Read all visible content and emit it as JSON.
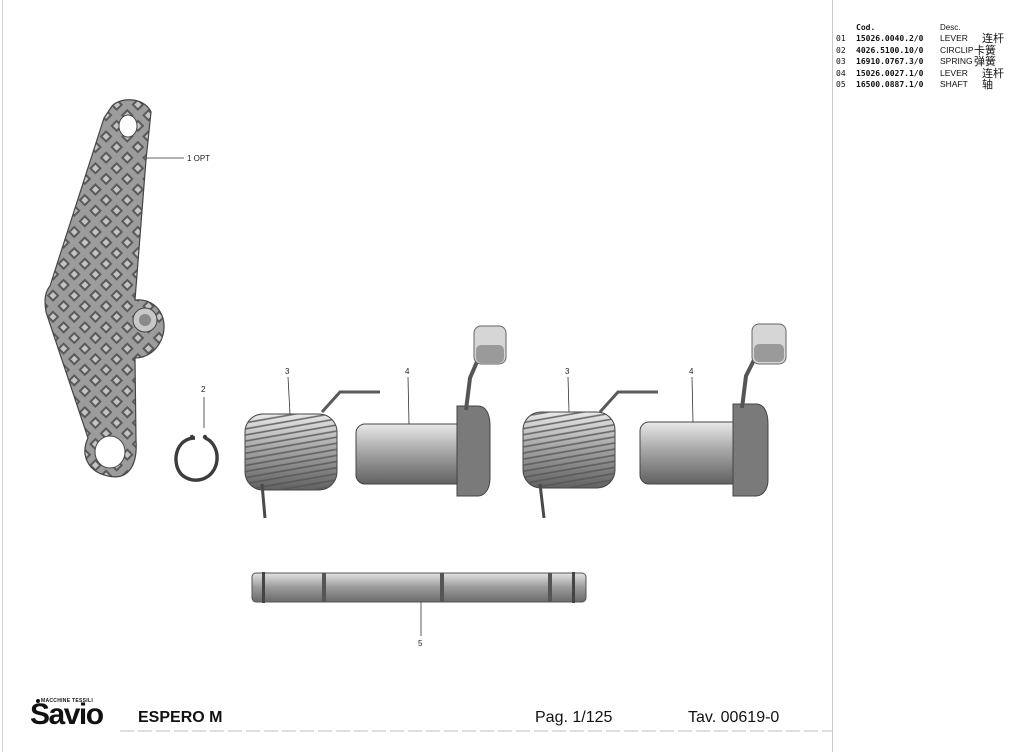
{
  "parts_table": {
    "header": {
      "code": "Cod.",
      "desc": "Desc."
    },
    "rows": [
      {
        "pos": "01",
        "code": "15026.0040.2/0",
        "desc": "LEVER",
        "desc_zh": "连杆"
      },
      {
        "pos": "02",
        "code": "4026.5100.10/0",
        "desc": "CIRCLIP",
        "desc_zh": "卡簧"
      },
      {
        "pos": "03",
        "code": "16910.0767.3/0",
        "desc": "SPRING",
        "desc_zh": "弹簧"
      },
      {
        "pos": "04",
        "code": "15026.0027.1/0",
        "desc": "LEVER",
        "desc_zh": "连杆"
      },
      {
        "pos": "05",
        "code": "16500.0887.1/0",
        "desc": "SHAFT",
        "desc_zh": "轴"
      }
    ]
  },
  "callouts": {
    "lever": "1 OPT",
    "circlip": "2",
    "spring_left": "3",
    "bushing_left": "4",
    "spring_right": "3",
    "bushing_right": "4",
    "shaft": "5"
  },
  "footer": {
    "brand_tag": "MACCHINE TESSILI",
    "brand_word": "Savio",
    "model": "ESPERO M",
    "page": "Pag. 1/125",
    "table_ref": "Tav. 00619-0"
  }
}
